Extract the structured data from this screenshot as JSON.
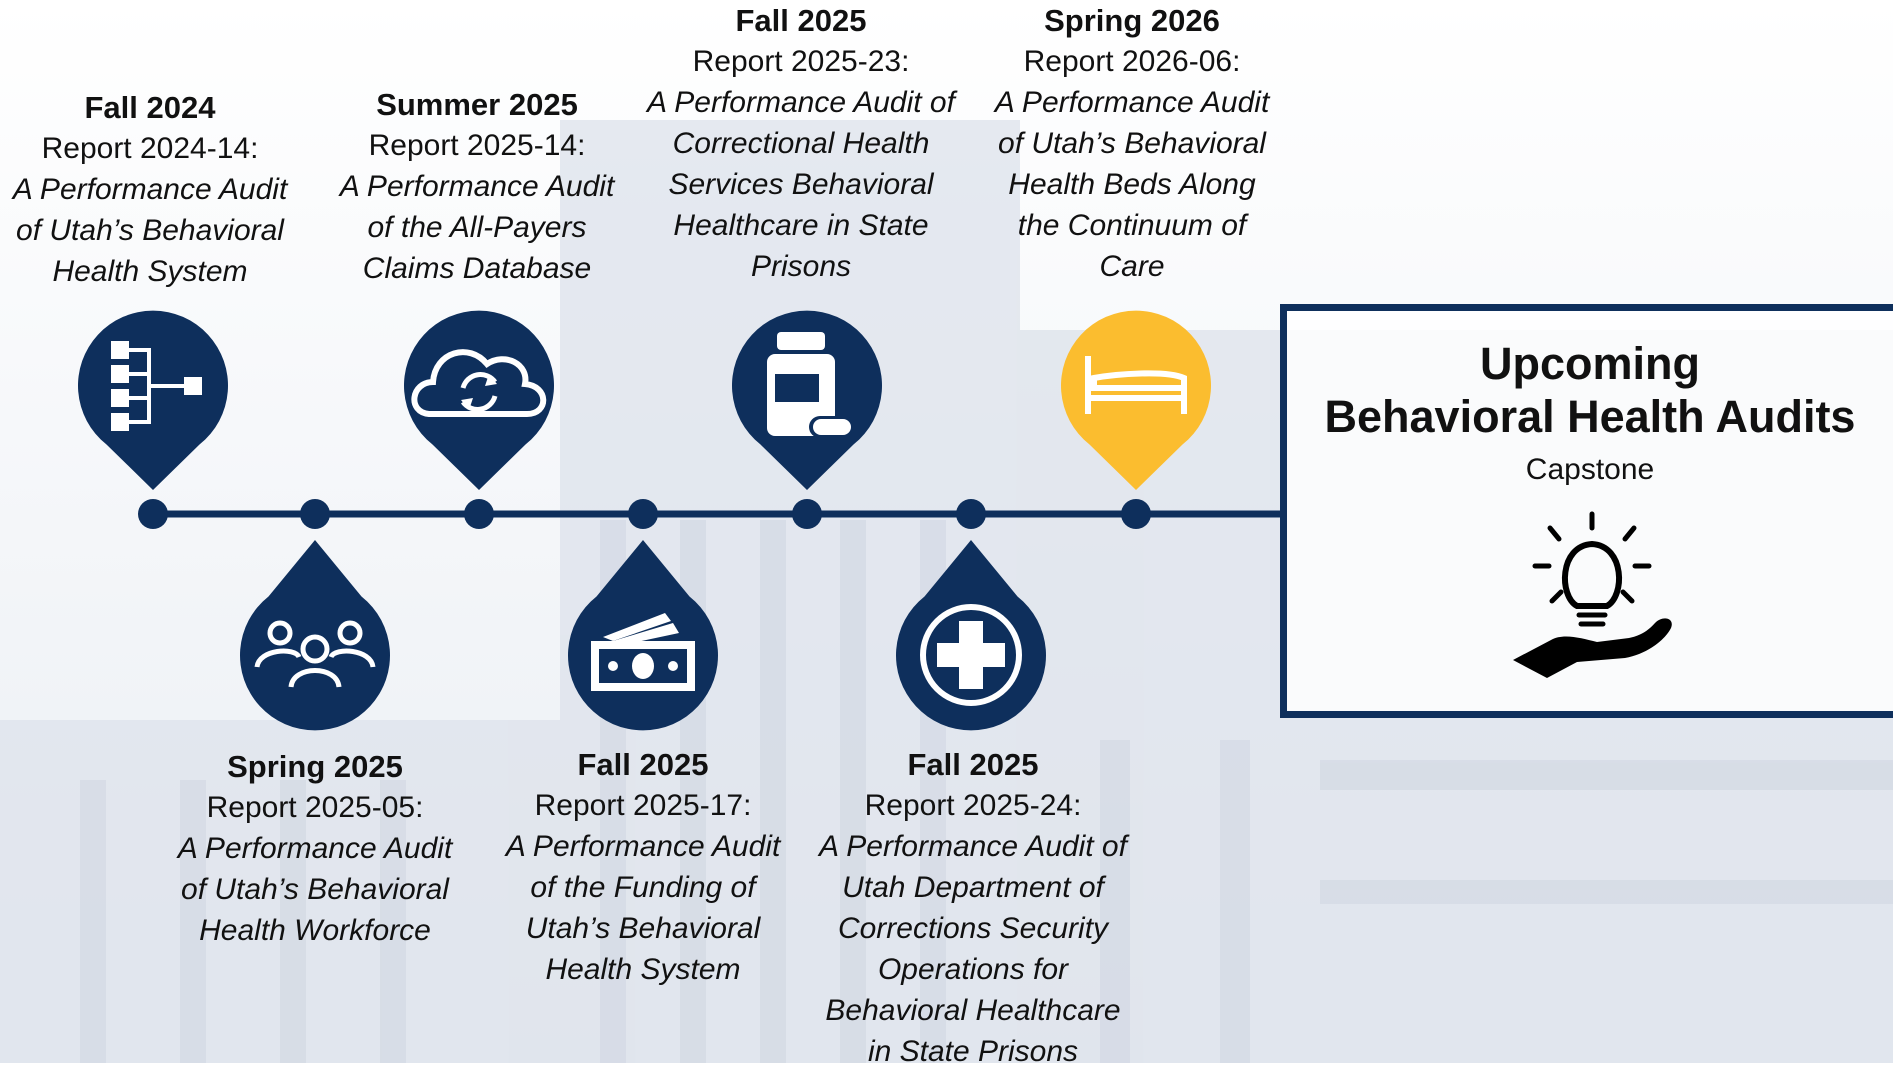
{
  "colors": {
    "navy": "#0e2f5c",
    "gold": "#fbbd2f",
    "text": "#111111"
  },
  "timeline": {
    "items": [
      {
        "season": "Fall 2024",
        "report": "Report 2024-14:",
        "title_lines": [
          "A Performance Audit",
          "of Utah’s Behavioral",
          "Health System"
        ],
        "icon": "flowchart-icon",
        "position": "above",
        "color": "#0e2f5c"
      },
      {
        "season": "Spring 2025",
        "report": "Report 2025-05:",
        "title_lines": [
          "A Performance Audit",
          "of Utah’s Behavioral",
          "Health Workforce"
        ],
        "icon": "people-group-icon",
        "position": "below",
        "color": "#0e2f5c"
      },
      {
        "season": "Summer 2025",
        "report": "Report 2025-14:",
        "title_lines": [
          "A Performance Audit",
          "of the All-Payers",
          "Claims Database"
        ],
        "icon": "cloud-sync-icon",
        "position": "above",
        "color": "#0e2f5c"
      },
      {
        "season": "Fall 2025",
        "report": "Report 2025-17:",
        "title_lines": [
          "A Performance Audit",
          "of the Funding of",
          "Utah’s Behavioral",
          "Health System"
        ],
        "icon": "money-icon",
        "position": "below",
        "color": "#0e2f5c"
      },
      {
        "season": "Fall 2025",
        "report": "Report 2025-23:",
        "title_lines": [
          "A Performance Audit of",
          "Correctional Health",
          "Services Behavioral",
          "Healthcare in State",
          "Prisons"
        ],
        "icon": "pill-bottle-icon",
        "position": "above",
        "color": "#0e2f5c"
      },
      {
        "season": "Fall 2025",
        "report": "Report 2025-24:",
        "title_lines": [
          "A Performance Audit of",
          "Utah Department of",
          "Corrections Security",
          "Operations for",
          "Behavioral Healthcare",
          "in State Prisons"
        ],
        "icon": "medical-cross-icon",
        "position": "below",
        "color": "#0e2f5c"
      },
      {
        "season": "Spring 2026",
        "report": "Report 2026-06:",
        "title_lines": [
          "A Performance Audit",
          "of Utah’s Behavioral",
          "Health Beds Along",
          "the Continuum of",
          "Care"
        ],
        "icon": "bed-icon",
        "position": "above",
        "color": "#fbbd2f"
      }
    ]
  },
  "capstone": {
    "heading_line1": "Upcoming",
    "heading_line2": "Behavioral Health Audits",
    "subtitle": "Capstone",
    "icon": "lightbulb-hand-icon"
  }
}
